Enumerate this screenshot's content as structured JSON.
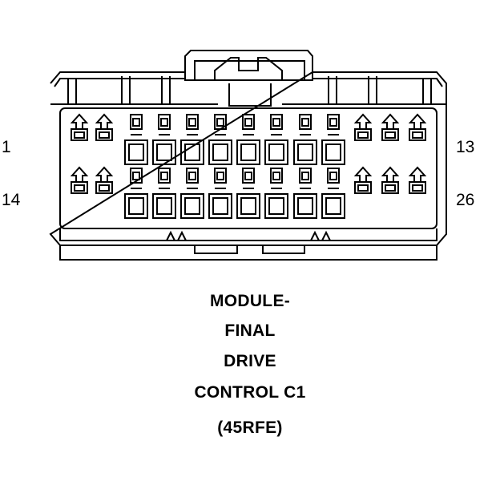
{
  "connector": {
    "pin_labels": {
      "top_left": "1",
      "top_right": "13",
      "bottom_left": "14",
      "bottom_right": "26"
    }
  },
  "caption": {
    "line1": "MODULE-",
    "line2": "FINAL",
    "line3": "DRIVE",
    "line4": "CONTROL C1",
    "line5": "(45RFE)"
  }
}
